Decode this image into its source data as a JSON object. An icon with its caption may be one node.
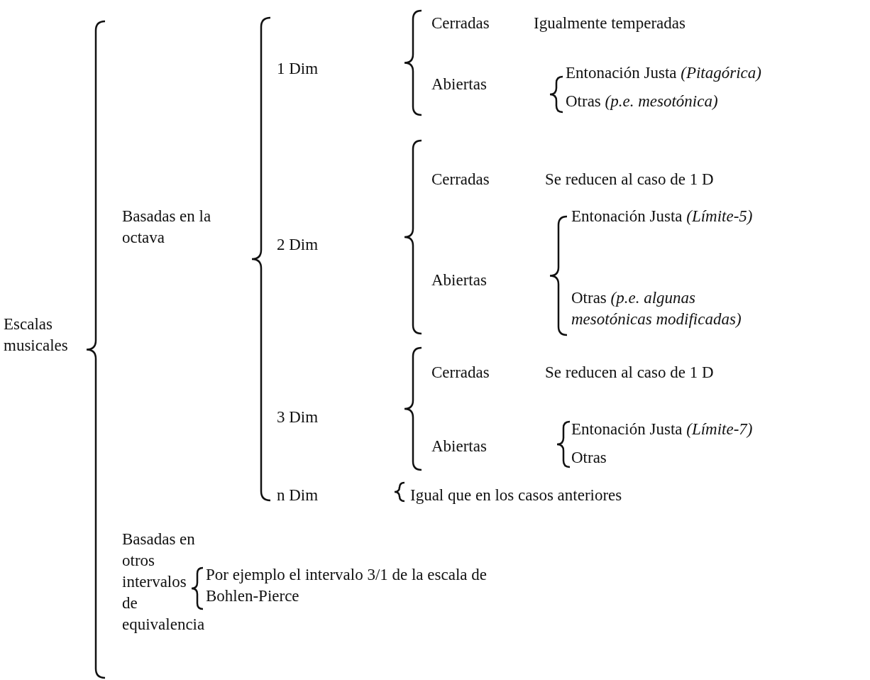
{
  "diagram": {
    "labels": [
      "Escalas musicales",
      "Basadas en la octava",
      "1 Dim",
      "Cerradas",
      "Igualmente temperadas",
      "Abiertas",
      "Entonación Justa *(Pitagórica)*",
      "Otras *(p.e. mesotónica)*",
      "2 Dim",
      "Cerradas",
      "Se reducen al caso de 1 D",
      "Abiertas",
      "Entonación Justa *(Límite-5)*",
      "Otras *(p.e. algunas mesotónicas modificadas)*",
      "3 Dim",
      "Cerradas",
      "Se reducen al caso de 1 D",
      "Abiertas",
      "Entonación Justa *(Límite-7)*",
      "Otras",
      "n Dim",
      "Igual que en los casos anteriores",
      "Basadas en otros intervalos de equivalencia",
      "Por ejemplo el intervalo 3/1 de la escala de Bohlen-Pierce"
    ]
  }
}
